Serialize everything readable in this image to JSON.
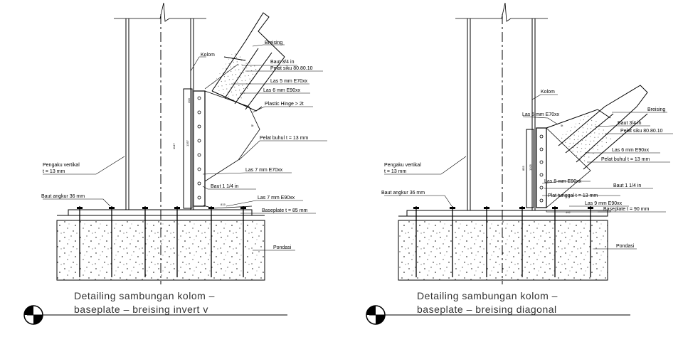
{
  "left": {
    "labels": {
      "breising": "Breising",
      "kolom": "Kolom",
      "baut": "Baut 3/4 in",
      "pelat_siku": "Pelat siku 80.80.10",
      "las5": "Las 5 mm E70xx",
      "las6": "Las 6 mm E90xx",
      "plastic_hinge": "Plastic Hinge > 2t",
      "pelat_buhul": "Pelat buhul t = 13 mm",
      "pengaku_1": "Pengaku vertikal",
      "pengaku_2": "t = 13 mm",
      "las7a": "Las 7 mm E70xx",
      "baut_14": "Baut 1 1/4 in",
      "baut_angkur": "Baut angkur 36 mm",
      "las7b": "Las 7 mm E90xx",
      "baseplate": "Baseplate t = 85 mm",
      "pondasi": "Pondasi"
    },
    "caption": [
      "Detailing sambungan kolom –",
      "baseplate – breising invert v"
    ]
  },
  "right": {
    "labels": {
      "kolom": "Kolom",
      "las5": "Las 5 mm E70xx",
      "breising": "Breising",
      "baut": "Baut 3/4 in",
      "pelat_siku": "Pelat siku 80.80.10",
      "las6": "Las 6 mm E90xx",
      "pelat_buhul": "Pelat buhul t = 13 mm",
      "pengaku_1": "Pengaku vertikal",
      "pengaku_2": "t = 13 mm",
      "las8": "Las 8 mm E90xx",
      "baut_14": "Baut 1 1/4 in",
      "baut_angkur": "Baut angkur 36 mm",
      "plat_tunggal": "Plat tunggal t = 13 mm",
      "las9": "Las 9 mm E90xx",
      "baseplate": "Baseplate t = 90 mm",
      "pondasi": "Pondasi"
    },
    "caption": [
      "Detailing sambungan kolom –",
      "baseplate – breising diagonal"
    ]
  }
}
